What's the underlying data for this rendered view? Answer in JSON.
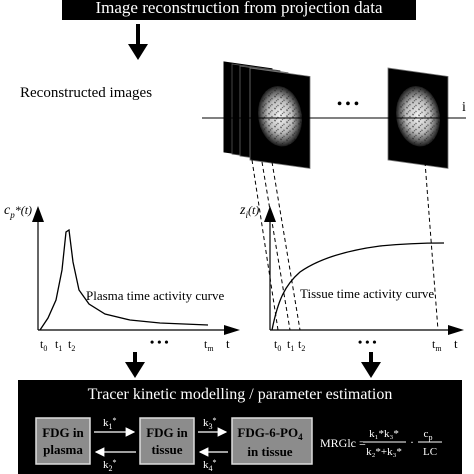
{
  "header": {
    "title": "Image reconstruction from projection data"
  },
  "recon": {
    "label": "Reconstructed images",
    "dots": "• • •",
    "voxel_label": "i"
  },
  "plasma": {
    "ylabel_main": "c",
    "ylabel_sub": "p",
    "ylabel_rest": "*(t)",
    "curve_label": "Plasma time activity curve",
    "ticks": [
      {
        "main": "t",
        "sub": "0"
      },
      {
        "main": "t",
        "sub": "1"
      },
      {
        "main": "t",
        "sub": "2"
      },
      {
        "main": "t",
        "sub": "m"
      }
    ],
    "xlabel": "t",
    "dots": "• • •"
  },
  "tissue": {
    "ylabel_main": "z",
    "ylabel_sub": "i",
    "ylabel_rest": "(t)",
    "curve_label": "Tissue time activity curve",
    "ticks": [
      {
        "main": "t",
        "sub": "0"
      },
      {
        "main": "t",
        "sub": "1"
      },
      {
        "main": "t",
        "sub": "2"
      },
      {
        "main": "t",
        "sub": "m"
      }
    ],
    "xlabel": "t",
    "dots": "• • •"
  },
  "model": {
    "title": "Tracer kinetic modelling / parameter estimation",
    "compartments": [
      {
        "line1": "FDG in",
        "line2": "plasma"
      },
      {
        "line1": "FDG in",
        "line2": "tissue"
      },
      {
        "line1": "FDG-6-PO",
        "line1_sub": "4",
        "line2": "in tissue"
      }
    ],
    "rates": [
      {
        "main": "k",
        "sub": "1",
        "sup": "*"
      },
      {
        "main": "k",
        "sub": "2",
        "sup": "*"
      },
      {
        "main": "k",
        "sub": "3",
        "sup": "*"
      },
      {
        "main": "k",
        "sub": "4",
        "sup": "*"
      }
    ],
    "formula": {
      "lhs": "MRGlc = ",
      "num": "k₁*k₃*",
      "den": "k₂*+k₃*",
      "dot": "·",
      "cp": "c",
      "cp_sub": "p",
      "lc": "LC"
    }
  }
}
